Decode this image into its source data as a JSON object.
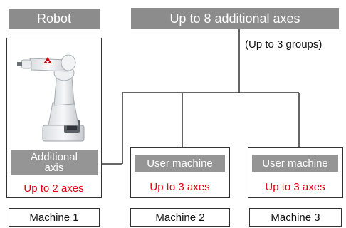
{
  "robot_header": "Robot",
  "axes_header": "Up to 8 additional axes",
  "groups_note": "(Up to 3 groups)",
  "robot_panel": {
    "additional_axis_label_line1": "Additional",
    "additional_axis_label_line2": "axis",
    "limit": "Up to 2 axes"
  },
  "user_machines": [
    {
      "label": "User machine",
      "limit": "Up to 3 axes"
    },
    {
      "label": "User machine",
      "limit": "Up to 3 axes"
    }
  ],
  "machines": [
    "Machine 1",
    "Machine 2",
    "Machine 3"
  ],
  "colors": {
    "header_fill": "#8c8c8c",
    "tag_fill": "#959595",
    "limit_text": "#e60012",
    "border": "#333333"
  },
  "icons": {
    "robot": "industrial-robot-arm-illustration"
  }
}
